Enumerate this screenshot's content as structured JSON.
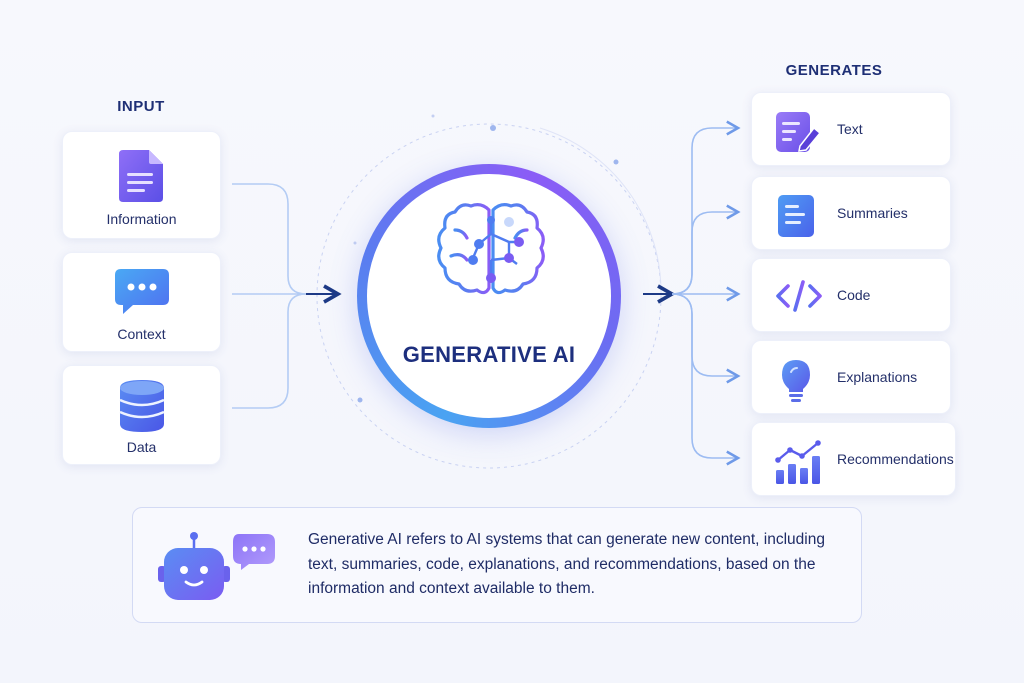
{
  "input": {
    "heading": "INPUT",
    "items": [
      {
        "label": "Information",
        "icon": "document-icon"
      },
      {
        "label": "Context",
        "icon": "chat-bubble-icon"
      },
      {
        "label": "Data",
        "icon": "database-icon"
      }
    ]
  },
  "center": {
    "title": "GENERATIVE AI",
    "icon": "brain-circuit-icon"
  },
  "outputs": {
    "heading": "GENERATES",
    "items": [
      {
        "label": "Text",
        "icon": "text-edit-icon"
      },
      {
        "label": "Summaries",
        "icon": "summary-doc-icon"
      },
      {
        "label": "Code",
        "icon": "code-brackets-icon"
      },
      {
        "label": "Explanations",
        "icon": "lightbulb-icon"
      },
      {
        "label": "Recommendations",
        "icon": "trend-chart-icon"
      }
    ]
  },
  "description": {
    "text": "Generative AI refers to AI systems that can generate new content, including text, summaries, code, explanations, and recommendations, based on the information and context available to them.",
    "icon": "robot-chat-icon"
  },
  "colors": {
    "accent_purple": "#8b5cf6",
    "accent_blue": "#4f7cf0",
    "navy": "#1d2f7e",
    "connector": "#a9c4f3"
  }
}
